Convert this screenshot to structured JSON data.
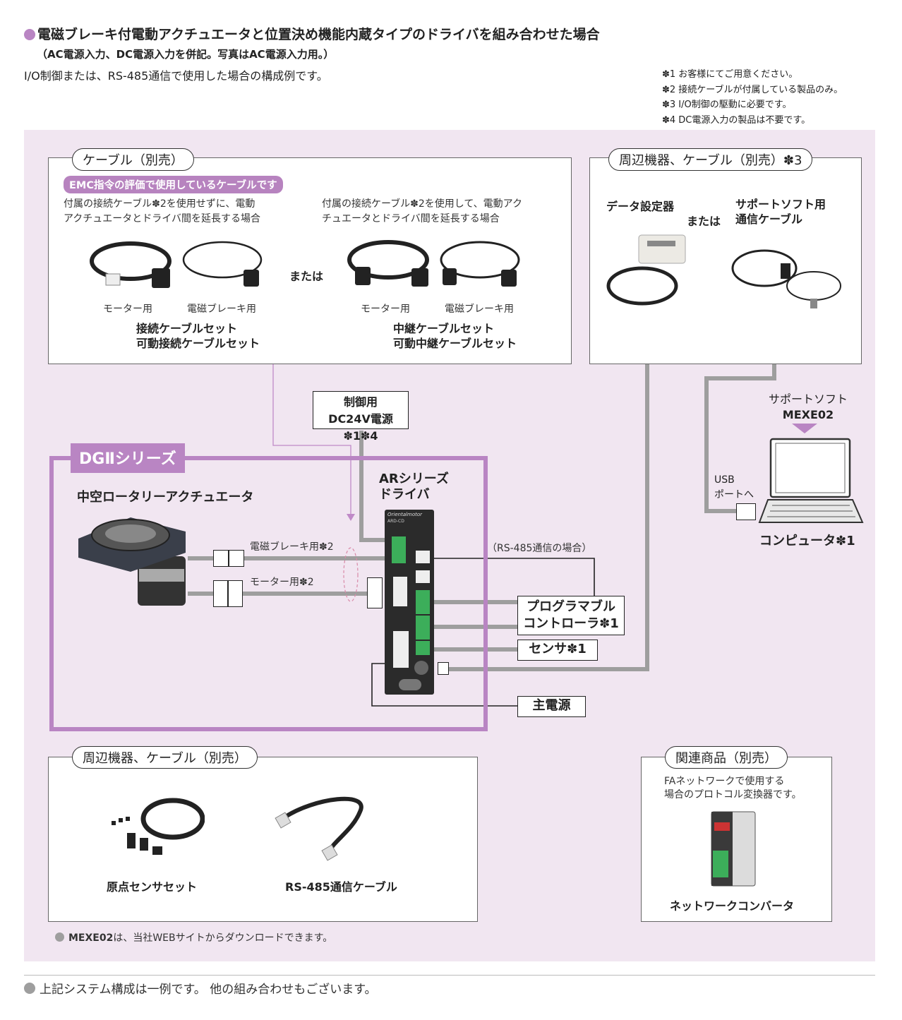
{
  "header": {
    "title": "電磁ブレーキ付電動アクチュエータと位置決め機能内蔵タイプのドライバを組み合わせた場合",
    "subtitle": "（AC電源入力、DC電源入力を併記。写真はAC電源入力用。）",
    "description": "I/O制御または、RS-485通信で使用した場合の構成例です。"
  },
  "notes": [
    "✽1 お客様にてご用意ください。",
    "✽2 接続ケーブルが付属している製品のみ。",
    "✽3 I/O制御の駆動に必要です。",
    "✽4 DC電源入力の製品は不要です。"
  ],
  "cable_box": {
    "title": "ケーブル（別売）",
    "emc_badge": "EMC指令の評価で使用しているケーブルです",
    "left_desc_1": "付属の接続ケーブル✽2を使用せずに、電動",
    "left_desc_2": "アクチュエータとドライバ間を延長する場合",
    "right_desc_1": "付属の接続ケーブル✽2を使用して、電動アク",
    "right_desc_2": "チュエータとドライバ間を延長する場合",
    "or": "または",
    "motor_label": "モーター用",
    "brake_label": "電磁ブレーキ用",
    "left_set_1": "接続ケーブルセット",
    "left_set_2": "可動接続ケーブルセット",
    "right_set_1": "中継ケーブルセット",
    "right_set_2": "可動中継ケーブルセット"
  },
  "peripheral_top": {
    "title": "周辺機器、ケーブル（別売）✽3",
    "data_setter": "データ設定器",
    "or": "または",
    "support_cable_1": "サポートソフト用",
    "support_cable_2": "通信ケーブル"
  },
  "power24": {
    "line1": "制御用",
    "line2": "DC24V電源✽1✽4"
  },
  "support_soft": {
    "label": "サポートソフト",
    "name": "MEXE02"
  },
  "usb": {
    "line1": "USB",
    "line2": "ポートへ"
  },
  "computer": "コンピュータ✽1",
  "dg": {
    "series": "DGⅡシリーズ",
    "actuator": "中空ロータリーアクチュエータ",
    "driver_1": "ARシリーズ",
    "driver_2": "ドライバ",
    "brake_cable": "電磁ブレーキ用✽2",
    "motor_cable": "モーター用✽2",
    "driver_brand": "Orientalmotor",
    "driver_model": "ARD-CD"
  },
  "rs485_case": "（RS-485通信の場合）",
  "plc_1": "プログラマブル",
  "plc_2": "コントローラ✽1",
  "sensor": "センサ✽1",
  "main_power": "主電源",
  "peripheral_bottom": {
    "title": "周辺機器、ケーブル（別売）",
    "home_sensor": "原点センサセット",
    "rs485_cable": "RS-485通信ケーブル"
  },
  "related": {
    "title": "関連商品（別売）",
    "desc_1": "FAネットワークで使用する",
    "desc_2": "場合のプロトコル変換器です。",
    "product": "ネットワークコンバータ"
  },
  "footnote_mexe": {
    "bold": "MEXE02",
    "rest": "は、当社WEBサイトからダウンロードできます。"
  },
  "footer": "上記システム構成は一例です。 他の組み合わせもございます。",
  "colors": {
    "accent": "#b985c3",
    "panel": "#f1e6f1",
    "cable": "#9e9e9e"
  }
}
